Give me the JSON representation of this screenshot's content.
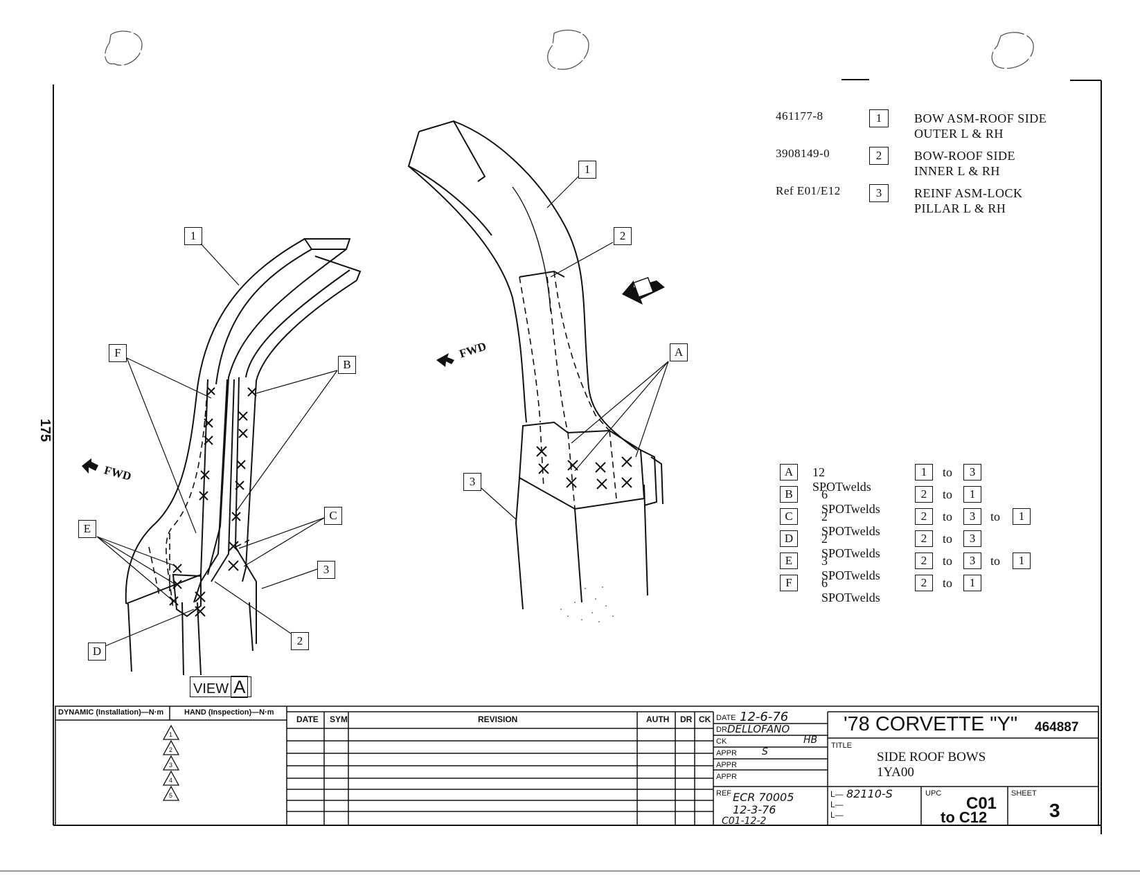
{
  "page_number": "175",
  "parts": [
    {
      "number": "461177-8",
      "ref": "1",
      "desc1": "BOW ASM-ROOF SIDE",
      "desc2": "OUTER L & RH"
    },
    {
      "number": "3908149-0",
      "ref": "2",
      "desc1": "BOW-ROOF SIDE",
      "desc2": "INNER L & RH"
    },
    {
      "number": "Ref E01/E12",
      "ref": "3",
      "desc1": "REINF ASM-LOCK",
      "desc2": "PILLAR L & RH"
    }
  ],
  "welds": [
    {
      "key": "A",
      "count": "12 SPOTwelds",
      "from": "1",
      "to1": "3",
      "to2": ""
    },
    {
      "key": "B",
      "count": "6 SPOTwelds",
      "from": "2",
      "to1": "1",
      "to2": ""
    },
    {
      "key": "C",
      "count": "2 SPOTwelds",
      "from": "2",
      "to1": "3",
      "to2": "1"
    },
    {
      "key": "D",
      "count": "2 SPOTwelds",
      "from": "2",
      "to1": "3",
      "to2": ""
    },
    {
      "key": "E",
      "count": "3 SPOTwelds",
      "from": "2",
      "to1": "3",
      "to2": "1"
    },
    {
      "key": "F",
      "count": "6 SPOTwelds",
      "from": "2",
      "to1": "1",
      "to2": ""
    }
  ],
  "to_word": "to",
  "callouts": {
    "one": "1",
    "two": "2",
    "three": "3",
    "a": "A",
    "b": "B",
    "c": "C",
    "d": "D",
    "e": "E",
    "f": "F"
  },
  "fwd_label": "FWD",
  "view_label": "VIEW",
  "view_letter": "A",
  "torque": {
    "dynamic": "DYNAMIC (Installation)—N·m",
    "hand": "HAND (Inspection)—N·m",
    "triangles": [
      "1",
      "2",
      "3",
      "4",
      "5"
    ]
  },
  "revision_headers": {
    "date": "DATE",
    "sym": "SYM",
    "revision": "REVISION",
    "auth": "AUTH",
    "dr": "DR",
    "ck": "CK"
  },
  "approvals": {
    "date_label": "DATE",
    "date_value": "12-6-76",
    "dr_label": "DR",
    "dr_value": "DELLOFANO",
    "ck_label": "CK",
    "ck_value": "HB",
    "appr_label": "APPR",
    "appr_value": "S",
    "ref_label": "REF",
    "ref_line1": "ECR 70005",
    "ref_line2": "12-3-76",
    "ref_line3": "C01-12-2"
  },
  "title_block": {
    "program": "'78 CORVETTE \"Y\"",
    "drawing_number": "464887",
    "title_label": "TITLE",
    "title_line1": "SIDE ROOF BOWS",
    "title_line2": "1YA00",
    "l_label": "L—",
    "l_value": "82110-S",
    "upc_label": "UPC",
    "upc_from": "C01",
    "upc_to": "to C12",
    "sheet_label": "SHEET",
    "sheet_value": "3"
  }
}
